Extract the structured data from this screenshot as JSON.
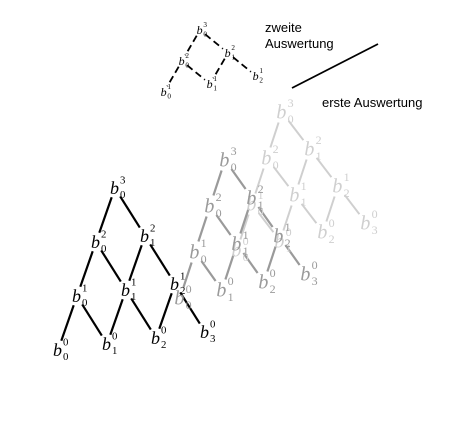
{
  "annotations": {
    "zweite_line1": "zweite",
    "zweite_line2": "Auswertung",
    "erste": "erste Auswertung"
  },
  "node_symbol": "b",
  "colors": {
    "dark": "#000000",
    "mid": "#9a9a9a",
    "light": "#cfcfcf"
  },
  "triangles": [
    {
      "name": "triangle-back-light",
      "color": "light",
      "nodes": [
        {
          "label": "b",
          "sub": "0",
          "sup": "3"
        },
        {
          "label": "b",
          "sub": "0",
          "sup": "2"
        },
        {
          "label": "b",
          "sub": "1",
          "sup": "2"
        },
        {
          "label": "b",
          "sub": "0",
          "sup": "1"
        },
        {
          "label": "b",
          "sub": "1",
          "sup": "1"
        },
        {
          "label": "b",
          "sub": "2",
          "sup": "1"
        },
        {
          "label": "b",
          "sub": "0",
          "sup": "0"
        },
        {
          "label": "b",
          "sub": "1",
          "sup": "0"
        },
        {
          "label": "b",
          "sub": "2",
          "sup": "0"
        },
        {
          "label": "b",
          "sub": "3",
          "sup": "0"
        }
      ]
    },
    {
      "name": "triangle-middle-gray",
      "color": "mid",
      "nodes": [
        {
          "label": "b",
          "sub": "0",
          "sup": "3"
        },
        {
          "label": "b",
          "sub": "0",
          "sup": "2"
        },
        {
          "label": "b",
          "sub": "1",
          "sup": "2"
        },
        {
          "label": "b",
          "sub": "0",
          "sup": "1"
        },
        {
          "label": "b",
          "sub": "1",
          "sup": "1"
        },
        {
          "label": "b",
          "sub": "2",
          "sup": "1"
        },
        {
          "label": "b",
          "sub": "0",
          "sup": "0"
        },
        {
          "label": "b",
          "sub": "1",
          "sup": "0"
        },
        {
          "label": "b",
          "sub": "2",
          "sup": "0"
        },
        {
          "label": "b",
          "sub": "3",
          "sup": "0"
        }
      ]
    },
    {
      "name": "triangle-top-small",
      "color": "dark",
      "nodes": [
        {
          "label": "b",
          "sub": "0",
          "sup": "3"
        },
        {
          "label": "b",
          "sub": "0",
          "sup": "2"
        },
        {
          "label": "b",
          "sub": "1",
          "sup": "2"
        },
        {
          "label": "b",
          "sub": "0",
          "sup": "1"
        },
        {
          "label": "b",
          "sub": "1",
          "sup": "1"
        },
        {
          "label": "b",
          "sub": "2",
          "sup": "1"
        }
      ]
    },
    {
      "name": "triangle-front-bold",
      "color": "dark",
      "nodes": [
        {
          "label": "b",
          "sub": "0",
          "sup": "3"
        },
        {
          "label": "b",
          "sub": "0",
          "sup": "2"
        },
        {
          "label": "b",
          "sub": "1",
          "sup": "2"
        },
        {
          "label": "b",
          "sub": "0",
          "sup": "1"
        },
        {
          "label": "b",
          "sub": "1",
          "sup": "1"
        },
        {
          "label": "b",
          "sub": "2",
          "sup": "1"
        },
        {
          "label": "b",
          "sub": "0",
          "sup": "0"
        },
        {
          "label": "b",
          "sub": "1",
          "sup": "0"
        },
        {
          "label": "b",
          "sub": "2",
          "sup": "0"
        },
        {
          "label": "b",
          "sub": "3",
          "sup": "0"
        }
      ]
    }
  ]
}
